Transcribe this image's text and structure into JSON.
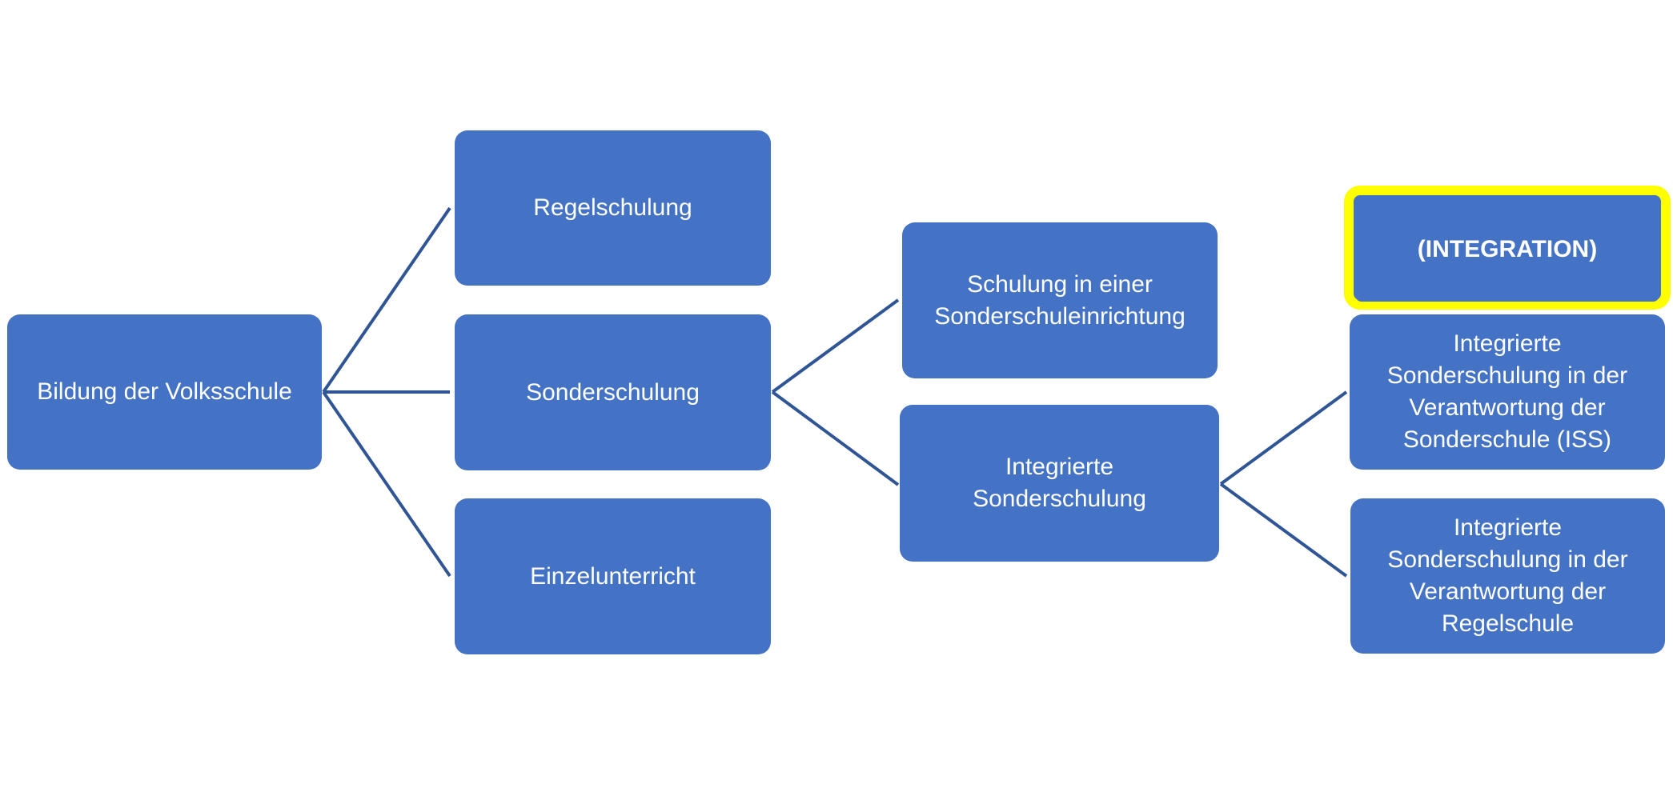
{
  "diagram": {
    "type": "horizontal-tree",
    "colors": {
      "node_fill": "#4472C4",
      "node_text": "#FFFFFF",
      "connector": "#2F5597",
      "highlight": "#FFFF00"
    },
    "nodes": {
      "root": {
        "label": "Bildung der Volksschule"
      },
      "regelschulung": {
        "label": "Regelschulung"
      },
      "sonderschulung": {
        "label": "Sonderschulung"
      },
      "einzelunterricht": {
        "label": "Einzelunterricht"
      },
      "schulung_sonderschuleinrichtung": {
        "label": "Schulung in einer\nSonderschuleinrichtung"
      },
      "integrierte_sonderschulung": {
        "label": "Integrierte\nSonderschulung"
      },
      "integration_label": {
        "label": "(INTEGRATION)"
      },
      "iss": {
        "label": "Integrierte\nSonderschulung in der\nVerantwortung der\nSonderschule (ISS)"
      },
      "isr": {
        "label": "Integrierte\nSonderschulung in der\nVerantwortung der\nRegelschule"
      }
    },
    "edges": [
      [
        "root",
        "regelschulung"
      ],
      [
        "root",
        "sonderschulung"
      ],
      [
        "root",
        "einzelunterricht"
      ],
      [
        "sonderschulung",
        "schulung_sonderschuleinrichtung"
      ],
      [
        "sonderschulung",
        "integrierte_sonderschulung"
      ],
      [
        "integrierte_sonderschulung",
        "iss"
      ],
      [
        "integrierte_sonderschulung",
        "isr"
      ]
    ]
  }
}
